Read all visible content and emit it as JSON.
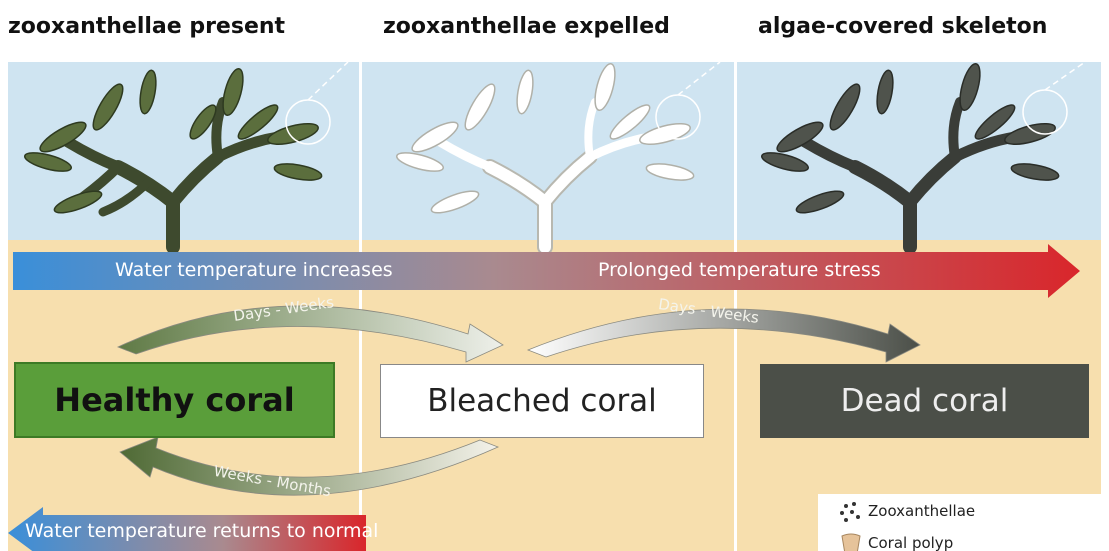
{
  "captions": [
    "zooxanthellae present",
    "zooxanthellae expelled",
    "algae-covered skeleton"
  ],
  "bands": {
    "top_left": "Water temperature increases",
    "top_right": "Prolonged temperature stress",
    "bottom": "Water temperature returns to normal"
  },
  "arrows": {
    "healthy_to_bleached": "Days - Weeks",
    "bleached_to_dead": "Days - Weeks",
    "bleached_to_healthy": "Weeks - Months"
  },
  "boxes": {
    "healthy": "Healthy coral",
    "bleached": "Bleached coral",
    "dead": "Dead coral"
  },
  "legend": {
    "zooxanthellae": "Zooxanthellae",
    "coral_polyp": "Coral polyp"
  },
  "colors": {
    "healthy_coral": "#5a9e3a",
    "dead_coral": "#4b4f48",
    "bleached_coral": "#ffffff",
    "sky": "#cfe4f1",
    "sand": "#f7dfae",
    "band_start": "#3a8fd9",
    "band_end": "#d9262b"
  }
}
